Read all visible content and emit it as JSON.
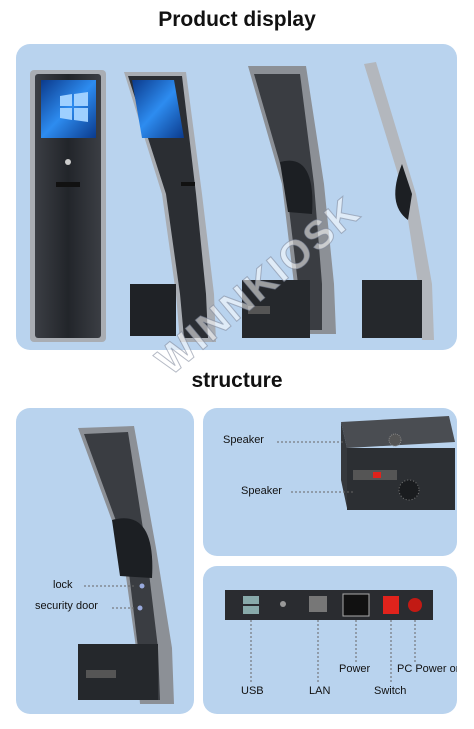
{
  "headings": {
    "product_display": "Product display",
    "structure": "structure"
  },
  "watermark": "WINNKIOSK",
  "labels": {
    "speaker_1": "Speaker",
    "speaker_2": "Speaker",
    "lock": "lock",
    "security_door": "security door",
    "usb": "USB",
    "lan": "LAN",
    "power": "Power",
    "switch": "Switch",
    "pc_power_on": "PC Power on"
  },
  "colors": {
    "panel_bg": "#b9d3ee",
    "kiosk_body": "#2b2e33",
    "kiosk_frame": "#a9adb3",
    "screen_blue": "#1f6fd6",
    "switch_red": "#e0231c"
  }
}
